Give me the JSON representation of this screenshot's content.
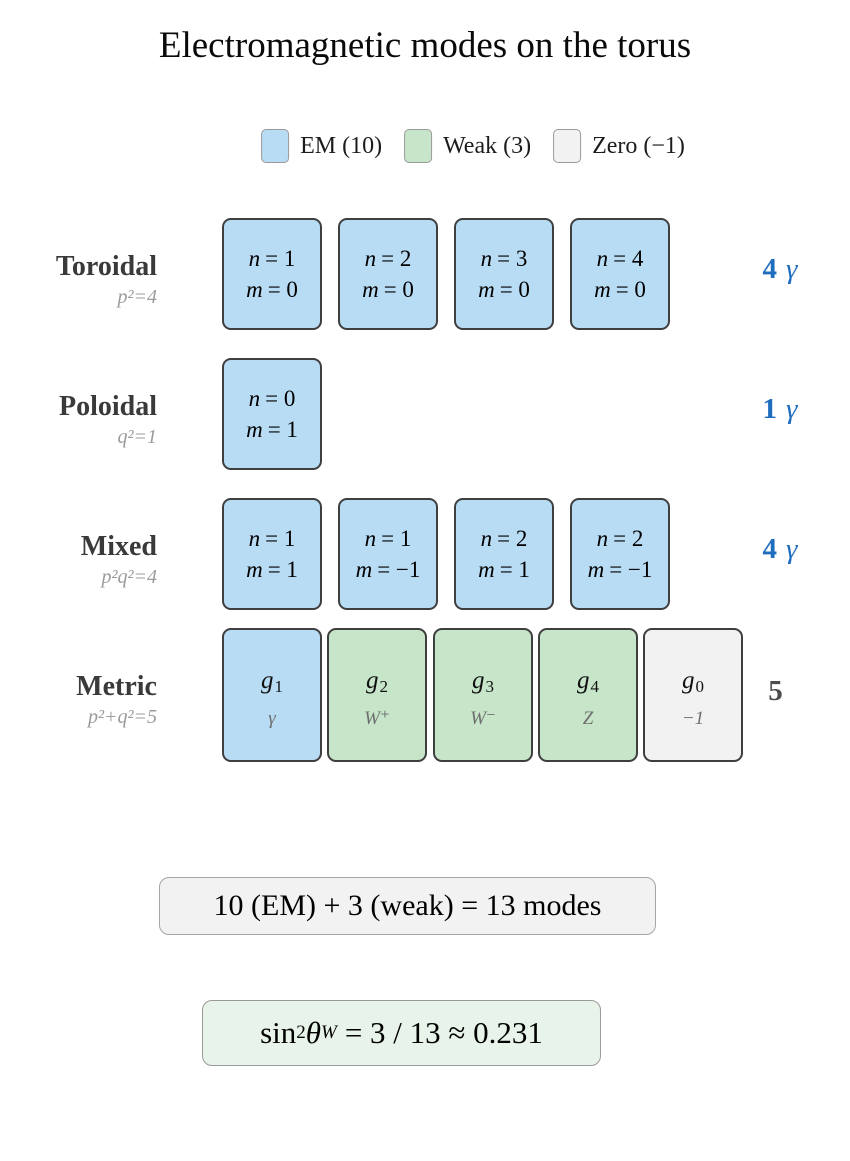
{
  "title": "Electromagnetic modes on the torus",
  "legend": {
    "items": [
      {
        "label": "EM (10)",
        "type": "em"
      },
      {
        "label": "Weak (3)",
        "type": "weak"
      },
      {
        "label": "Zero (−1)",
        "type": "zero"
      }
    ]
  },
  "rows": [
    {
      "name": "Toroidal",
      "formula": "p²=4",
      "count": "4",
      "count_unit": "γ",
      "boxes": [
        {
          "top_var": "n",
          "top_rhs": "= 1",
          "bot_var": "m",
          "bot_rhs": "= 0"
        },
        {
          "top_var": "n",
          "top_rhs": "= 2",
          "bot_var": "m",
          "bot_rhs": "= 0"
        },
        {
          "top_var": "n",
          "top_rhs": "= 3",
          "bot_var": "m",
          "bot_rhs": "= 0"
        },
        {
          "top_var": "n",
          "top_rhs": "= 4",
          "bot_var": "m",
          "bot_rhs": "= 0"
        }
      ]
    },
    {
      "name": "Poloidal",
      "formula": "q²=1",
      "count": "1",
      "count_unit": "γ",
      "boxes": [
        {
          "top_var": "n",
          "top_rhs": "= 0",
          "bot_var": "m",
          "bot_rhs": "= 1"
        }
      ]
    },
    {
      "name": "Mixed",
      "formula": "p²q²=4",
      "count": "4",
      "count_unit": "γ",
      "boxes": [
        {
          "top_var": "n",
          "top_rhs": "= 1",
          "bot_var": "m",
          "bot_rhs": "= 1"
        },
        {
          "top_var": "n",
          "top_rhs": "= 1",
          "bot_var": "m",
          "bot_rhs": "= −1"
        },
        {
          "top_var": "n",
          "top_rhs": "= 2",
          "bot_var": "m",
          "bot_rhs": "= 1"
        },
        {
          "top_var": "n",
          "top_rhs": "= 2",
          "bot_var": "m",
          "bot_rhs": "= −1"
        }
      ]
    },
    {
      "name": "Metric",
      "formula": "p²+q²=5",
      "count": "5",
      "count_unit": "",
      "boxes": [
        {
          "base": "g",
          "sub": "1",
          "particle": "γ",
          "type": "em"
        },
        {
          "base": "g",
          "sub": "2",
          "particle": "W⁺",
          "type": "weak"
        },
        {
          "base": "g",
          "sub": "3",
          "particle": "W⁻",
          "type": "weak"
        },
        {
          "base": "g",
          "sub": "4",
          "particle": "Z",
          "type": "weak"
        },
        {
          "base": "g",
          "sub": "0",
          "particle": "−1",
          "type": "zero"
        }
      ]
    }
  ],
  "summary": {
    "text": "10 (EM) + 3 (weak) = 13 modes"
  },
  "weinberg": {
    "func": "sin",
    "power": "2",
    "theta": "θ",
    "sub": "W",
    "rhs": "= 3 / 13 ≈ 0.231"
  },
  "colors": {
    "em_fill": "#b9dcf5",
    "weak_fill": "#c6e5c9",
    "zero_fill": "#f2f2f2",
    "box_border": "#3f3f3f",
    "accent_blue": "#1f6dbf",
    "label_gray": "#9b9b9b",
    "summary_bg": "#f2f2f2",
    "weinberg_bg": "#e8f4e9"
  }
}
